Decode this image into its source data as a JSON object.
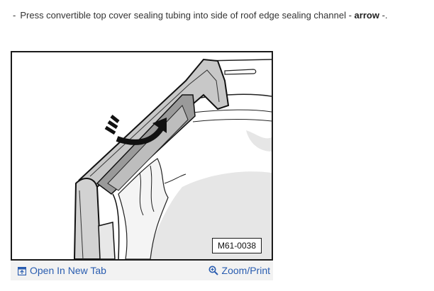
{
  "instruction": {
    "bullet": "-",
    "text_before": "Press convertible top cover sealing tubing into side of roof edge sealing channel -",
    "emphasis": "arrow",
    "text_after": "-."
  },
  "figure": {
    "code": "M61-0038",
    "open_new_tab_label": "Open In New Tab",
    "zoom_print_label": "Zoom/Print",
    "icons": {
      "open_tab": "open-in-new-tab-icon",
      "zoom": "zoom-icon"
    },
    "link_color": "#2a5db0"
  }
}
